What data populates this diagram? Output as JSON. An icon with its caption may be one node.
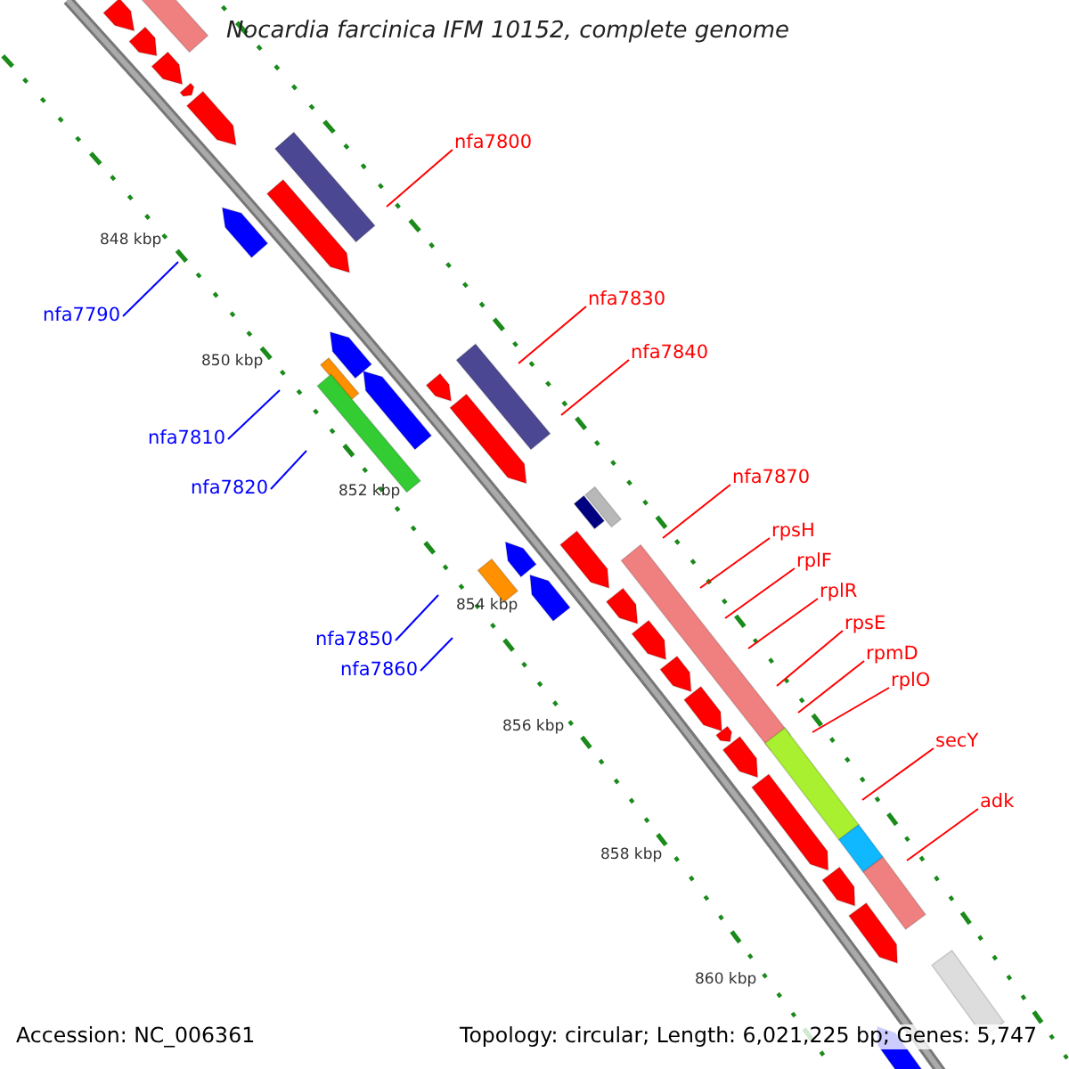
{
  "diagram": {
    "title": "Nocardia farcinica IFM 10152, complete genome",
    "nodes": [
      {
        "text": [
          "nfa7800"
        ]
      },
      {
        "text": [
          "nfa7830"
        ]
      },
      {
        "text": [
          "nfa7790"
        ]
      },
      {
        "text": [
          "nfa7840"
        ]
      },
      {
        "text": [
          "nfa7810"
        ]
      },
      {
        "text": [
          "nfa7870"
        ]
      },
      {
        "text": [
          "nfa7820"
        ]
      },
      {
        "text": [
          "rpsH"
        ]
      },
      {
        "text": [
          "rplF"
        ]
      },
      {
        "text": [
          "rplR"
        ]
      },
      {
        "text": [
          "rpsE"
        ]
      },
      {
        "text": [
          "nfa7850"
        ]
      },
      {
        "text": [
          "rpmD"
        ]
      },
      {
        "text": [
          "nfa7860"
        ]
      },
      {
        "text": [
          "rplO"
        ]
      },
      {
        "text": [
          "secY"
        ]
      },
      {
        "text": [
          "adk"
        ]
      }
    ],
    "edges": [
      {
        "from": 0,
        "to": null,
        "arrow": "none"
      },
      {
        "from": 1,
        "to": null,
        "arrow": "none"
      },
      {
        "from": 2,
        "to": null,
        "arrow": "none",
        "color": "#0000ff"
      },
      {
        "from": 3,
        "to": null,
        "arrow": "none"
      },
      {
        "from": 4,
        "to": null,
        "arrow": "none",
        "color": "#0000ff"
      },
      {
        "from": 5,
        "to": null,
        "arrow": "none"
      },
      {
        "from": 6,
        "to": null,
        "arrow": "none",
        "color": "#0000ff"
      },
      {
        "from": 7,
        "to": null,
        "arrow": "none"
      },
      {
        "from": 8,
        "to": null,
        "arrow": "none"
      },
      {
        "from": 9,
        "to": null,
        "arrow": "none"
      },
      {
        "from": 10,
        "to": null,
        "arrow": "none"
      },
      {
        "from": 11,
        "to": null,
        "arrow": "none",
        "color": "#0000ff"
      },
      {
        "from": 12,
        "to": null,
        "arrow": "none"
      },
      {
        "from": 13,
        "to": null,
        "arrow": "none",
        "color": "#0000ff"
      },
      {
        "from": 14,
        "to": null,
        "arrow": "none"
      },
      {
        "from": 15,
        "to": null,
        "arrow": "none"
      },
      {
        "from": 16,
        "to": null,
        "arrow": "none"
      }
    ],
    "labels": [
      "848 kbp",
      "850 kbp",
      "852 kbp",
      "854 kbp",
      "856 kbp",
      "858 kbp",
      "860 kbp",
      "Accession: NC_006361",
      "Topology: circular; Length: 6,021,225 bp; Genes: 5,747"
    ]
  }
}
